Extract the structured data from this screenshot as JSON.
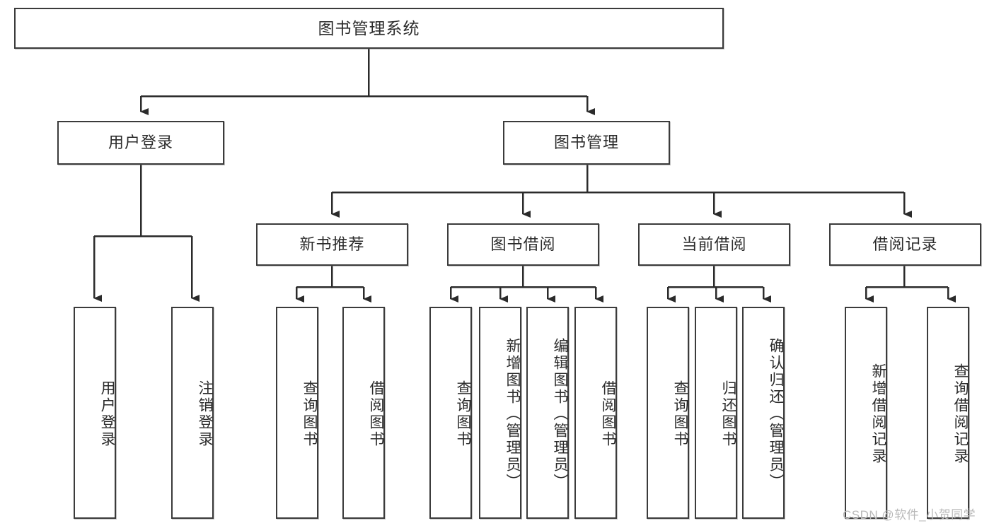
{
  "diagram": {
    "title": "图书管理系统",
    "type": "tree-hierarchy-diagram",
    "colors": {
      "box_border": "#3b3b3b",
      "box_fill": "#ffffff",
      "edge": "#2b2b2b",
      "text": "#2b2b2b",
      "watermark": "#b9b9b9"
    },
    "root": {
      "label": "图书管理系统"
    },
    "level2": [
      {
        "label": "用户登录"
      },
      {
        "label": "图书管理"
      }
    ],
    "level3": [
      {
        "label": "新书推荐"
      },
      {
        "label": "图书借阅"
      },
      {
        "label": "当前借阅"
      },
      {
        "label": "借阅记录"
      }
    ],
    "leaves": {
      "user_login": [
        {
          "label": "用户登录"
        },
        {
          "label": "注销登录"
        }
      ],
      "new_book_recommend": [
        {
          "label": "查询图书"
        },
        {
          "label": "借阅图书"
        }
      ],
      "book_borrow": [
        {
          "label": "查询图书"
        },
        {
          "label": "新增图书（管理员）"
        },
        {
          "label": "编辑图书（管理员）"
        },
        {
          "label": "借阅图书"
        }
      ],
      "current_borrow": [
        {
          "label": "查询图书"
        },
        {
          "label": "归还图书"
        },
        {
          "label": "确认归还（管理员）"
        }
      ],
      "borrow_record": [
        {
          "label": "新增借阅记录"
        },
        {
          "label": "查询借阅记录"
        }
      ]
    }
  },
  "watermark": {
    "text": "CSDN @软件_小贺同学"
  }
}
